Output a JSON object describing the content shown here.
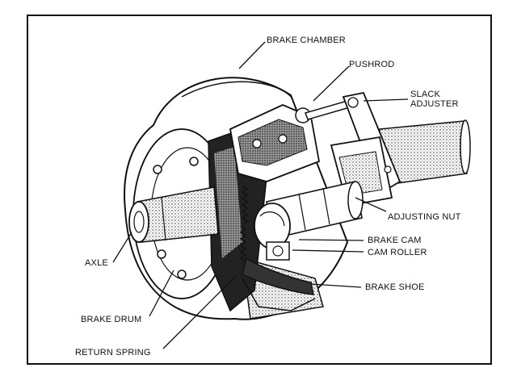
{
  "diagram": {
    "labels": {
      "brake_chamber": "BRAKE CHAMBER",
      "pushrod": "PUSHROD",
      "slack_adjuster_line1": "SLACK",
      "slack_adjuster_line2": "ADJUSTER",
      "adjusting_nut": "ADJUSTING NUT",
      "brake_cam": "BRAKE CAM",
      "cam_roller": "CAM ROLLER",
      "brake_shoe": "BRAKE SHOE",
      "axle": "AXLE",
      "brake_drum": "BRAKE DRUM",
      "return_spring": "RETURN SPRING"
    }
  }
}
